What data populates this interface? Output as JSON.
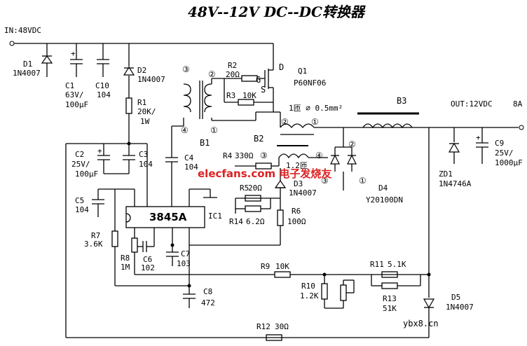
{
  "title": "48V--12V   DC--DC转换器",
  "input_label": "IN:48VDC",
  "output_label": "OUT:12VDC",
  "output_current": "8A",
  "ic_label": "3845A",
  "ic_ref": "IC1",
  "transformers": {
    "b1": "B1",
    "b2": "B2",
    "b3": "B3"
  },
  "winding_marks": {
    "m2": "②",
    "m3": "③",
    "m4": "④",
    "m1": "①"
  },
  "wire_spec": "1匝  ∅ 0.5mm²",
  "q1": {
    "ref": "Q1",
    "part": "P60NF06",
    "d": "D",
    "g": "G",
    "s": "S"
  },
  "d1": {
    "ref": "D1",
    "part": "1N4007"
  },
  "d2": {
    "ref": "D2",
    "part": "1N4007"
  },
  "d3": {
    "ref": "D3",
    "part": "1N4007"
  },
  "d4": {
    "ref": "D4",
    "part": "Y20100DN"
  },
  "d5": {
    "ref": "D5",
    "part": "1N4007"
  },
  "zd1": {
    "ref": "ZD1",
    "part": "1N4746A"
  },
  "c1": {
    "ref": "C1",
    "v1": "63V/",
    "v2": "100μF"
  },
  "c10": {
    "ref": "C10",
    "val": "104"
  },
  "c2": {
    "ref": "C2",
    "v1": "25V/",
    "v2": "100μF"
  },
  "c3": {
    "ref": "C3",
    "val": "104"
  },
  "c4": {
    "ref": "C4",
    "val": "104"
  },
  "c5": {
    "ref": "C5",
    "val": "104"
  },
  "c6": {
    "ref": "C6",
    "val": "102"
  },
  "c7": {
    "ref": "C7",
    "val": "103"
  },
  "c8": {
    "ref": "C8",
    "val": "472"
  },
  "c9": {
    "ref": "C9",
    "v1": "25V/",
    "v2": "1000μF"
  },
  "r1": {
    "ref": "R1",
    "v1": "20K/",
    "v2": "1W"
  },
  "r2": {
    "ref": "R2",
    "val": "20Ω"
  },
  "r3": {
    "ref": "R3",
    "val": "10K"
  },
  "r4": {
    "ref": "R4",
    "val": "330Ω"
  },
  "r5": {
    "ref": "R5",
    "val": "20Ω"
  },
  "r6": {
    "ref": "R6",
    "val": "100Ω"
  },
  "r7": {
    "ref": "R7",
    "val": "3.6K"
  },
  "r8": {
    "ref": "R8",
    "val": "1M"
  },
  "r9": {
    "ref": "R9",
    "val": "10K"
  },
  "r10": {
    "ref": "R10",
    "val": "1.2K"
  },
  "r11": {
    "ref": "R11",
    "val": "5.1K"
  },
  "r12": {
    "ref": "R12",
    "val": "30Ω"
  },
  "r13": {
    "ref": "R13",
    "val": "51K"
  },
  "r14": {
    "ref": "R14",
    "val": "6.2Ω"
  },
  "b2_turns": "1.2匝",
  "watermark": "elecfans.com 电子发烧友",
  "footer": "ybx8.cn"
}
